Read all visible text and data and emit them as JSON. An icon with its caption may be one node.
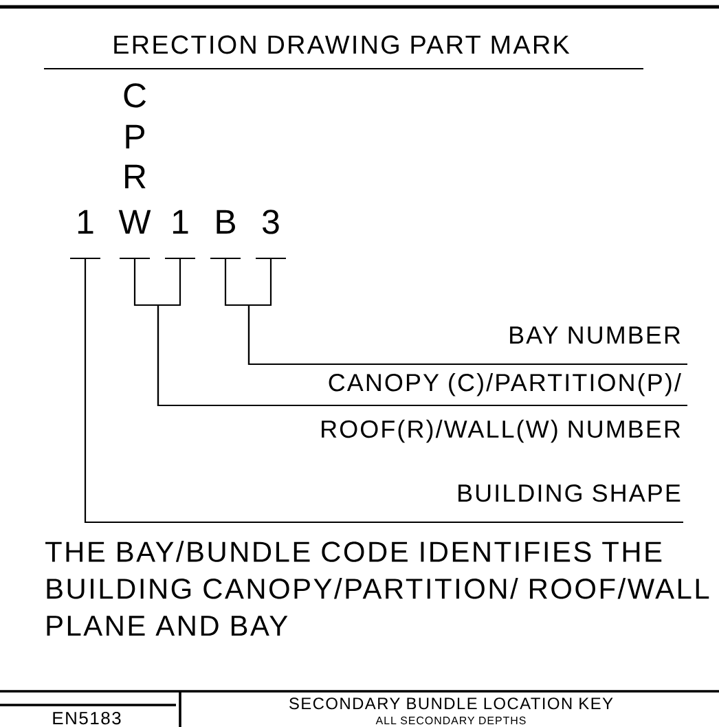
{
  "diagram": {
    "title": "ERECTION DRAWING PART MARK",
    "nodes": [
      {
        "text": [
          "1"
        ]
      },
      {
        "text": [
          "W"
        ]
      },
      {
        "text": [
          "1"
        ]
      },
      {
        "text": [
          "B"
        ]
      },
      {
        "text": [
          "3"
        ]
      },
      {
        "text": [
          "BAY NUMBER"
        ]
      },
      {
        "text": [
          "CANOPY (C)/PARTITION(P)/ ROOF(R)/WALL(W) NUMBER"
        ]
      },
      {
        "text": [
          "BUILDING SHAPE"
        ]
      }
    ],
    "edges": [
      {
        "from": 3,
        "to": 5,
        "arrow": "none"
      },
      {
        "from": 4,
        "to": 5,
        "arrow": "none"
      },
      {
        "from": 1,
        "to": 6,
        "arrow": "none"
      },
      {
        "from": 2,
        "to": 6,
        "arrow": "none"
      },
      {
        "from": 0,
        "to": 7,
        "arrow": "none"
      }
    ],
    "labels": [
      "C",
      "P",
      "R",
      "THE BAY/BUNDLE CODE IDENTIFIES THE BUILDING CANOPY/PARTITION/ ROOF/WALL PLANE AND BAY",
      "EN5183",
      "SECONDARY BUNDLE LOCATION KEY",
      "ALL SECONDARY DEPTHS"
    ]
  }
}
